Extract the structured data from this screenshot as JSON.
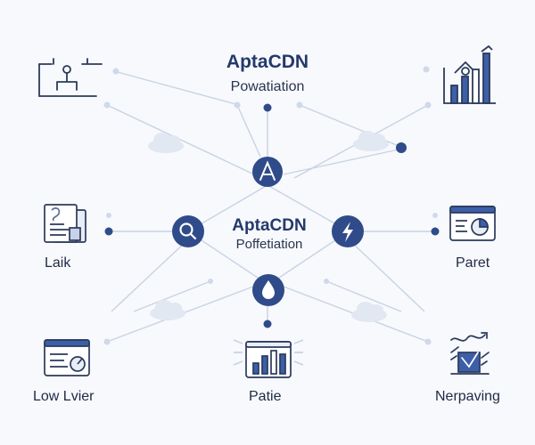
{
  "colors": {
    "primary": "#2f4b8a",
    "accent": "#26417e",
    "line": "#c9d3e3",
    "dot": "#2f4b8a",
    "faint_dot": "#cfd9ea",
    "cloud": "#dfe6f1"
  },
  "header": {
    "title": "AptaCDN",
    "subtitle": "Powatiation"
  },
  "center": {
    "title": "AptaCDN",
    "subtitle": "Poffetiation"
  },
  "hub_icons": {
    "top": "letter-a-icon",
    "left": "search-icon",
    "right": "lightning-icon",
    "bottom": "droplet-icon"
  },
  "nodes": {
    "top_left": {
      "icon": "org-chart-icon"
    },
    "top_right": {
      "icon": "building-bar-chart-icon"
    },
    "mid_left": {
      "label": "Laik",
      "icon": "documents-icon"
    },
    "mid_right": {
      "label": "Paret",
      "icon": "pie-chart-window-icon"
    },
    "bottom_left": {
      "label": "Low Lvier",
      "icon": "gauge-window-icon"
    },
    "bottom_center": {
      "label": "Patie",
      "icon": "bar-chart-board-icon"
    },
    "bottom_right": {
      "label": "Nerpaving",
      "icon": "trend-chart-icon"
    }
  }
}
